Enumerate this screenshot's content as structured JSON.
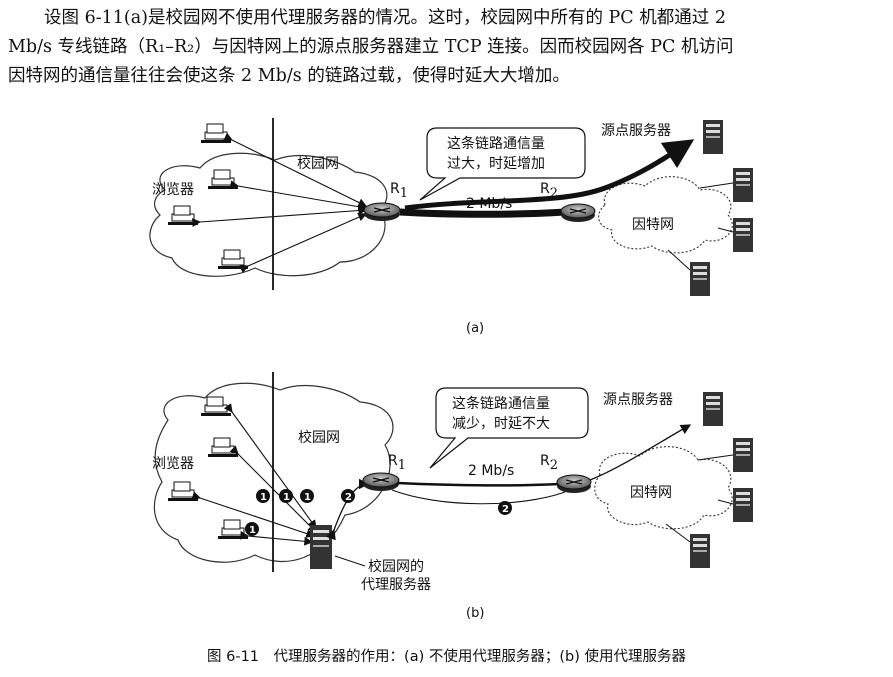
{
  "paragraph": {
    "line1": "设图 6-11(a)是校园网不使用代理服务器的情况。这时，校园网中所有的 PC 机都通过 2",
    "line2": "Mb/s 专线链路（R₁–R₂）与因特网上的源点服务器建立 TCP 连接。因而校园网各 PC 机访问",
    "line3": "因特网的通信量往往会使这条 2 Mb/s 的链路过载，使得时延大大增加。"
  },
  "diagram_a": {
    "browser_label": "浏览器",
    "campus_label": "校园网",
    "router1_label": "R",
    "router1_sub": "1",
    "router2_label": "R",
    "router2_sub": "2",
    "link_label": "2 Mb/s",
    "callout_line1": "这条链路通信量",
    "callout_line2": "过大，时延增加",
    "origin_server_label": "源点服务器",
    "internet_label": "因特网",
    "panel_label": "(a)"
  },
  "diagram_b": {
    "browser_label": "浏览器",
    "campus_label": "校园网",
    "router1_label": "R",
    "router1_sub": "1",
    "router2_label": "R",
    "router2_sub": "2",
    "link_label": "2 Mb/s",
    "callout_line1": "这条链路通信量",
    "callout_line2": "减少，时延不大",
    "origin_server_label": "源点服务器",
    "internet_label": "因特网",
    "proxy_label_line1": "校园网的",
    "proxy_label_line2": "代理服务器",
    "marker_1": "1",
    "marker_2": "2",
    "panel_label": "(b)"
  },
  "caption": "图 6-11　代理服务器的作用：(a) 不使用代理服务器；(b) 使用代理服务器"
}
